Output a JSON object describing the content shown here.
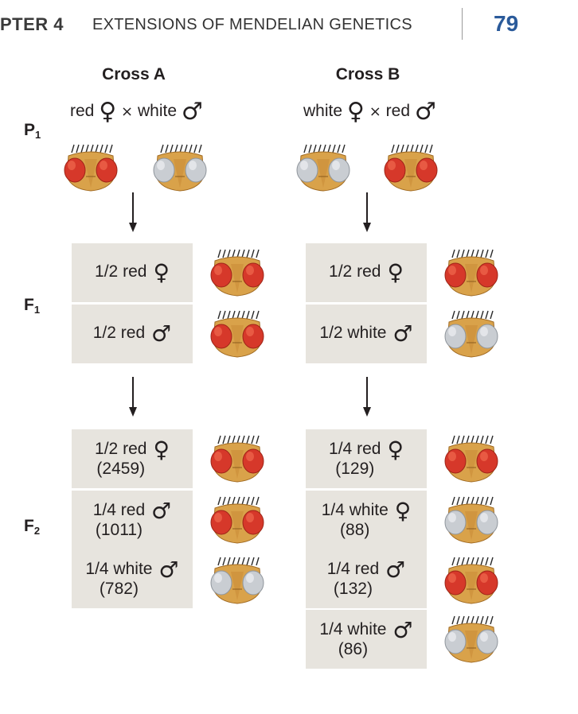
{
  "header": {
    "chapter": "PTER 4",
    "section_title": "EXTENSIONS OF MENDELIAN GENETICS",
    "page_number": "79"
  },
  "symbols": {
    "female": "♀",
    "male": "♂",
    "cross": "×"
  },
  "colors": {
    "red_eye": "#d6382a",
    "white_eye": "#c9cdd2",
    "fly_body": "#d9a24a",
    "box_bg": "#e7e4de",
    "page_number": "#2a5a9a"
  },
  "generations": {
    "p1": "P",
    "p1_sub": "1",
    "f1": "F",
    "f1_sub": "1",
    "f2": "F",
    "f2_sub": "2"
  },
  "cross_a": {
    "title": "Cross A",
    "parent1": "red",
    "parent2": "white",
    "f1": [
      {
        "line1": "1/2 red",
        "line2": "",
        "sex": "♀",
        "eye": "red"
      },
      {
        "line1": "1/2 red",
        "line2": "",
        "sex": "♂",
        "eye": "red"
      }
    ],
    "f2": [
      {
        "line1": "1/2 red",
        "line2": "(2459)",
        "sex": "♀",
        "eye": "red"
      },
      {
        "line1": "1/4 red",
        "line2": "(1011)",
        "sex": "♂",
        "eye": "red"
      },
      {
        "line1": "1/4 white",
        "line2": "(782)",
        "sex": "♂",
        "eye": "white"
      }
    ]
  },
  "cross_b": {
    "title": "Cross B",
    "parent1": "white",
    "parent2": "red",
    "f1": [
      {
        "line1": "1/2 red",
        "line2": "",
        "sex": "♀",
        "eye": "red"
      },
      {
        "line1": "1/2 white",
        "line2": "",
        "sex": "♂",
        "eye": "white"
      }
    ],
    "f2": [
      {
        "line1": "1/4 red",
        "line2": "(129)",
        "sex": "♀",
        "eye": "red"
      },
      {
        "line1": "1/4 white",
        "line2": "(88)",
        "sex": "♀",
        "eye": "white"
      },
      {
        "line1": "1/4 red",
        "line2": "(132)",
        "sex": "♂",
        "eye": "red"
      },
      {
        "line1": "1/4 white",
        "line2": "(86)",
        "sex": "♂",
        "eye": "white"
      }
    ]
  }
}
